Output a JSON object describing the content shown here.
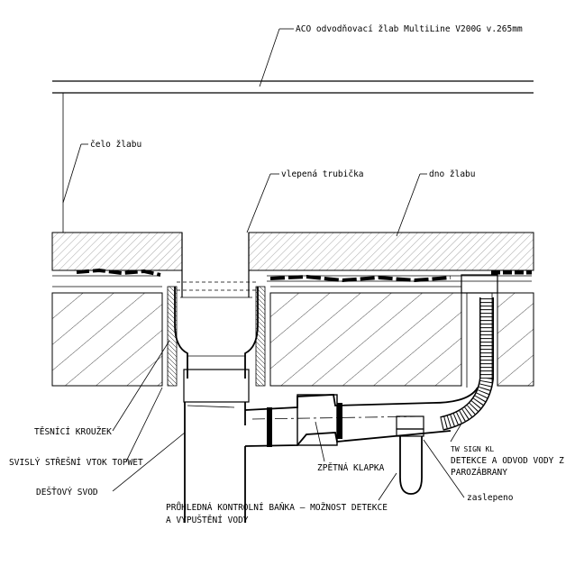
{
  "labels": {
    "title": "ACO odvodňovací žlab MultiLine V200G v.265mm",
    "celo_zlabu": "čelo žlabu",
    "vlepena_trubicka": "vlepená trubička",
    "dno_zlabu": "dno žlabu",
    "tesnici_krouzek": "TĚSNÍCÍ KROUŽEK",
    "svisly_vtok": "SVISLÝ STŘEŠNÍ VTOK TOPWET",
    "destovy_svod": "DEŠŤOVÝ SVOD",
    "pruhledna_1": "PRŮHLEDNÁ KONTROLNÍ BAŇKA – MOŽNOST DETEKCE",
    "pruhledna_2": "A VYPUŠTĚNÍ VODY",
    "zpetna_klapka": "ZPĚTNÁ KLAPKA",
    "tw_sign": "TW SIGN KL",
    "detekce_1": "DETEKCE A ODVOD VODY Z",
    "detekce_2": "PAROZÁBRANY",
    "zaslepeno": "zaslepeno"
  },
  "colors": {
    "ink": "#000000",
    "paper": "#ffffff",
    "hatch": "#000000"
  }
}
